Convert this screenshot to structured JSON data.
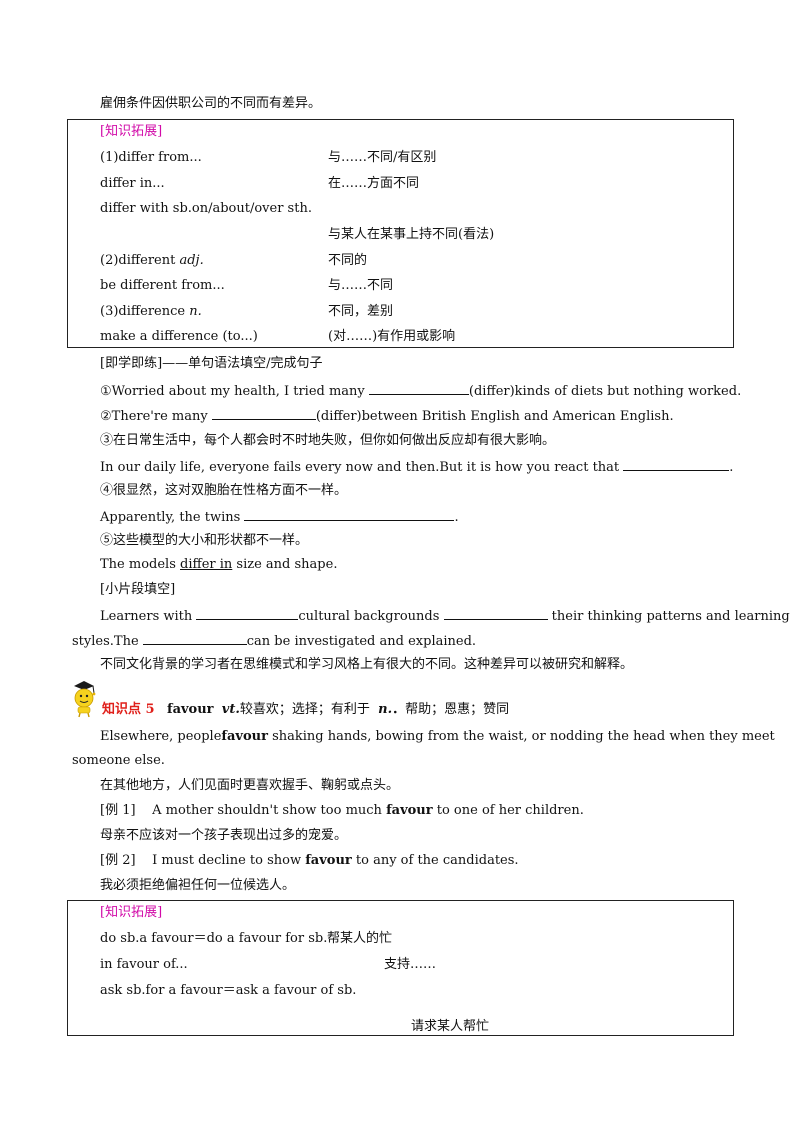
{
  "intro_line": "雇佣条件因供职公司的不同而有差异。",
  "box1": {
    "header": "[知识拓展]",
    "rows": [
      {
        "left": "(1)differ from...",
        "right": "与……不同/有区别"
      },
      {
        "left": "differ in...",
        "right": "在……方面不同"
      },
      {
        "left": "differ with sb.on/about/over sth.",
        "right": ""
      },
      {
        "left": "",
        "right": "与某人在某事上持不同(看法)"
      },
      {
        "left_pre": "(2)different  ",
        "left_em": "adj.",
        "right": "不同的"
      },
      {
        "left": "be different from...",
        "right": "与……不同"
      },
      {
        "left_pre": "(3)difference  ",
        "left_em": "n.",
        "right": "不同，差别"
      },
      {
        "left": "make a difference (to...)",
        "right": "(对……)有作用或影响"
      }
    ]
  },
  "practice": {
    "header": "[即学即练]——单句语法填空/完成句子",
    "q1_pre": "①Worried about my health, I tried many ",
    "q1_post": "(differ)kinds of diets but nothing worked.",
    "q2_pre": "②There're many ",
    "q2_post": "(differ)between British English and American English.",
    "q3_cn": "③在日常生活中，每个人都会时不时地失败，但你如何做出反应却有很大影响。",
    "q3_pre": "In our daily life, everyone fails every now and then.But it is how you react that ",
    "q3_post": ".",
    "q4_cn": "④很显然，这对双胞胎在性格方面不一样。",
    "q4_pre": "Apparently, the twins ",
    "q4_post": ".",
    "q5_cn": "⑤这些模型的大小和形状都不一样。",
    "q5_pre": "The models  ",
    "q5_answer": "differ in",
    "q5_post": "  size and shape."
  },
  "fill": {
    "header": "[小片段填空]",
    "l1_a": "Learners with ",
    "l1_b": "cultural backgrounds ",
    "l1_c": " their thinking patterns and learning",
    "l2_a": "styles.The ",
    "l2_b": "can be investigated and explained.",
    "translation": "不同文化背景的学习者在思维模式和学习风格上有很大的不同。这种差异可以被研究和解释。"
  },
  "point5": {
    "label": "知识点 5",
    "word": "favour",
    "pos1": "vt.",
    "meaning1": "较喜欢；选择；有利于",
    "pos2": "n.",
    "meaning2": "帮助；恩惠；赞同",
    "ex_pre": "Elsewhere, people ",
    "ex_kw": "favour",
    "ex_post": " shaking hands, bowing from the waist, or nodding the head when they meet",
    "ex_cont": "someone else.",
    "ex_cn": "在其他地方，人们见面时更喜欢握手、鞠躬或点头。",
    "e1_label": "[例 1]",
    "e1_pre": "A mother shouldn't show too much ",
    "e1_kw": "favour",
    "e1_post": " to one of her children.",
    "e1_cn": "母亲不应该对一个孩子表现出过多的宠爱。",
    "e2_label": "[例 2]",
    "e2_pre": "I must decline to show ",
    "e2_kw": "favour",
    "e2_post": " to any of the candidates.",
    "e2_cn": "我必须拒绝偏袒任何一位候选人。"
  },
  "box2": {
    "header": "[知识拓展]",
    "r1_left": "do sb.a favour＝do a favour for sb.",
    "r1_right": "帮某人的忙",
    "r2_left": "in favour of...",
    "r2_right": "支持……",
    "r3_left": "ask sb.for a favour＝ask a favour of sb.",
    "r4": "请求某人帮忙"
  }
}
